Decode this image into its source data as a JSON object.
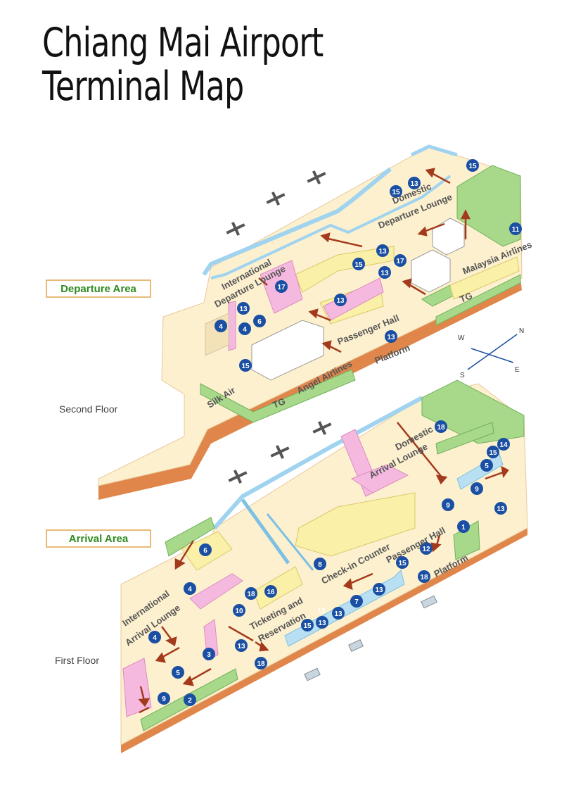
{
  "title": "Chiang Mai Airport Terminal Map",
  "colors": {
    "floor": "#fdf0cf",
    "floor_edge": "#e0864b",
    "wall_blue": "#9fd3ef",
    "green_block": "#a8d88a",
    "pink_block": "#f5b9df",
    "yellow_block": "#fbf0a8",
    "marker_blue": "#1a4fa3",
    "arrow_red": "#a33a1c"
  },
  "legend": {
    "departure_area": "Departure Area",
    "arrival_area": "Arrival Area",
    "second_floor": "Second Floor",
    "first_floor": "First Floor"
  },
  "compass": {
    "n": "N",
    "s": "S",
    "e": "E",
    "w": "W"
  },
  "second_floor_labels": {
    "domestic_departure_lounge_1": "Domestic",
    "domestic_departure_lounge_2": "Departure Lounge",
    "international_departure_lounge_1": "International",
    "international_departure_lounge_2": "Departure Lounge",
    "malaysia_airlines": "Malaysia Airlines",
    "passenger_hall": "Passenger Hall",
    "platform": "Platform",
    "tg_east": "TG",
    "tg_west": "TG",
    "angel_airlines": "Angel Airlines",
    "silk_air": "Silk Air"
  },
  "first_floor_labels": {
    "domestic_arrival_lounge_1": "Domestic",
    "domestic_arrival_lounge_2": "Arrival Lounge",
    "international_arrival_lounge_1": "International",
    "international_arrival_lounge_2": "Arrival Lounge",
    "check_in_counter": "Check-in Counter",
    "passenger_hall": "Passenger Hall",
    "platform": "Platform",
    "ticketing_1": "Ticketing and",
    "ticketing_2": "Reservation"
  },
  "markers_second_floor": [
    "15",
    "13",
    "15",
    "13",
    "15",
    "13",
    "17",
    "13",
    "17",
    "13",
    "13",
    "6",
    "4",
    "4",
    "15",
    "15",
    "11"
  ],
  "markers_first_floor": [
    "18",
    "15",
    "14",
    "5",
    "9",
    "9",
    "13",
    "1",
    "12",
    "15",
    "18",
    "13",
    "7",
    "13",
    "15",
    "13",
    "13",
    "16",
    "18",
    "10",
    "4",
    "6",
    "4",
    "3",
    "5",
    "2",
    "9",
    "13",
    "18",
    "8"
  ]
}
